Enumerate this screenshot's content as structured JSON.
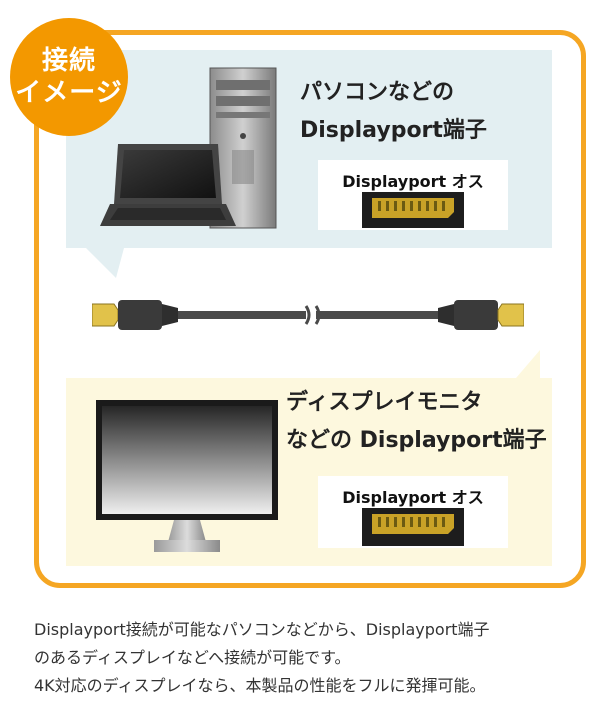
{
  "badge": {
    "line1": "接続",
    "line2": "イメージ"
  },
  "top_section": {
    "heading_line1": "パソコンなどの",
    "heading_line2": "Displayport端子",
    "plug_label": "Displayport オス"
  },
  "bottom_section": {
    "heading_line1": "ディスプレイモニタ",
    "heading_line2": "などの Displayport端子",
    "plug_label": "Displayport オス"
  },
  "description": {
    "line1": "Displayport接続が可能なパソコンなどから、Displayport端子",
    "line2": "のあるディスプレイなどへ接続が可能です。",
    "line3": "4K対応のディスプレイなら、本製品の性能をフルに発揮可能。"
  },
  "colors": {
    "accent_orange": "#f39800",
    "top_bubble": "#e3eff2",
    "bottom_bubble": "#fdf8de"
  }
}
